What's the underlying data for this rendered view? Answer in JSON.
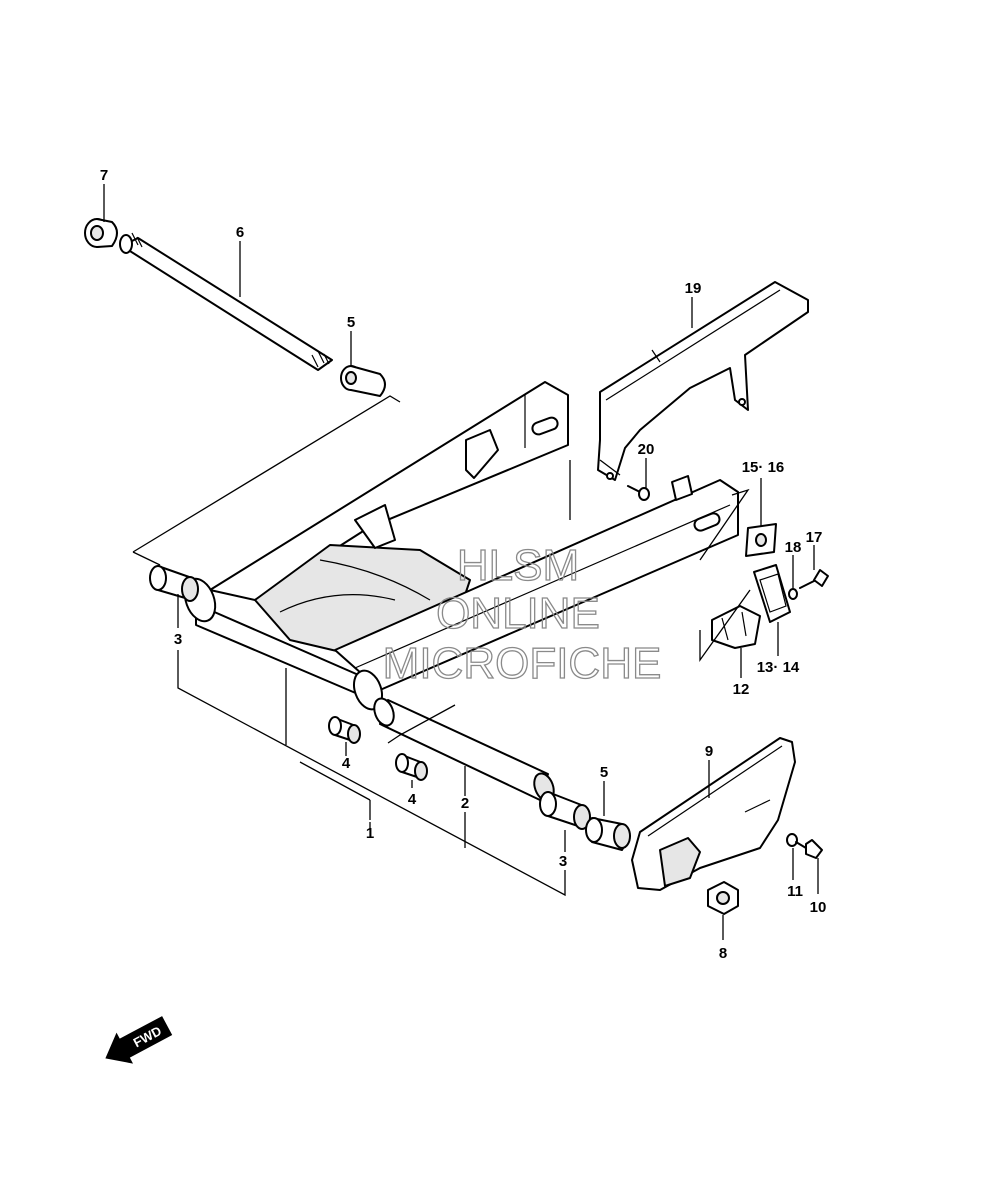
{
  "callouts": {
    "c1": "1",
    "c2": "2",
    "c3a": "3",
    "c3b": "3",
    "c4a": "4",
    "c4b": "4",
    "c5a": "5",
    "c5b": "5",
    "c6": "6",
    "c7": "7",
    "c8": "8",
    "c9": "9",
    "c10": "10",
    "c11": "11",
    "c12": "12",
    "c13_14": "13· 14",
    "c15_16": "15· 16",
    "c17": "17",
    "c18": "18",
    "c19": "19",
    "c20": "20"
  },
  "watermark": {
    "line1": "HLSM",
    "line2": "ONLINE",
    "line3": "MICROFICHE"
  },
  "direction_badge": "FWD"
}
